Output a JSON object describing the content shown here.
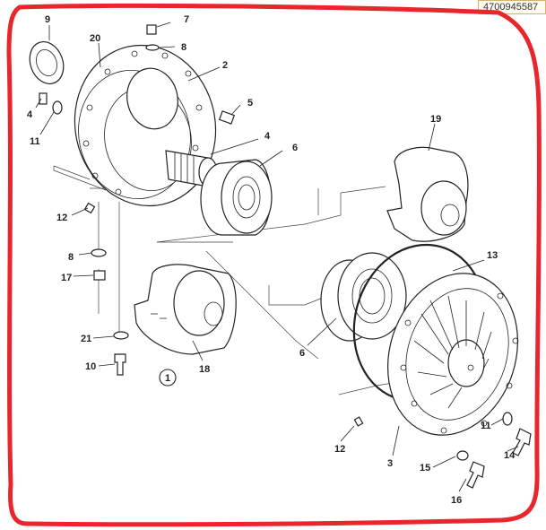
{
  "document_id": "4700945587",
  "figure_number": "1",
  "callouts": {
    "c9": "9",
    "c7": "7",
    "c8a": "8",
    "c20": "20",
    "c2": "2",
    "c4a": "4",
    "c11a": "11",
    "c5": "5",
    "c4b": "4",
    "c6a": "6",
    "c19": "19",
    "c12a": "12",
    "c8b": "8",
    "c17": "17",
    "c13": "13",
    "c21": "21",
    "c10": "10",
    "c18": "18",
    "c6b": "6",
    "c11b": "11",
    "c14": "14",
    "c12b": "12",
    "c3": "3",
    "c15": "15",
    "c16": "16"
  },
  "colors": {
    "frame": "#e8262b",
    "line": "#222222"
  }
}
